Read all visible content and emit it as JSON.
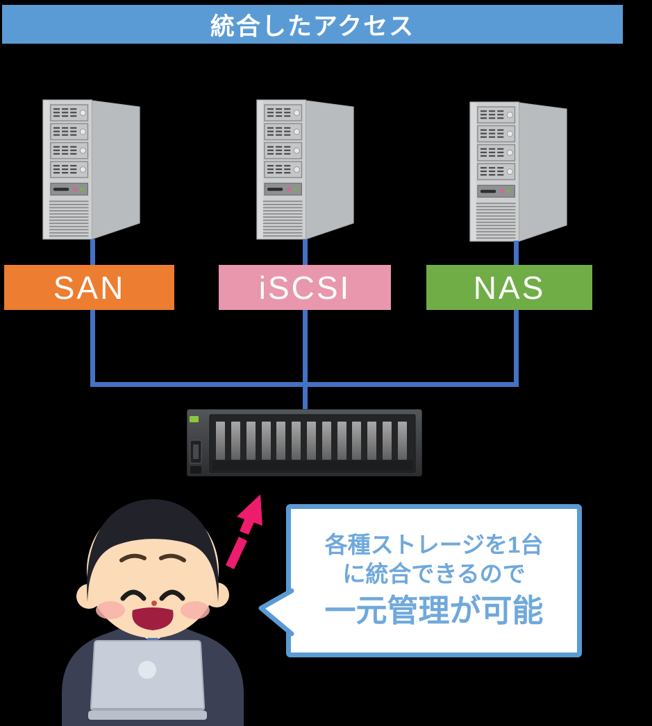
{
  "colors": {
    "background": "#000000",
    "banner_blue": "#5b9bd5",
    "connector_blue": "#4472c4",
    "arrow_pink": "#ee1c6d",
    "bubble_border_blue": "#5b9bd5",
    "bubble_text_blue": "#6fa8dc"
  },
  "banner": {
    "title": "統合したアクセス"
  },
  "access_labels": [
    {
      "label": "SAN",
      "color": "#ed7d31"
    },
    {
      "label": "iSCSI",
      "color": "#e897ad"
    },
    {
      "label": "NAS",
      "color": "#70ad47"
    }
  ],
  "callout": {
    "line1": "各種ストレージを1台",
    "line2": "に統合できるので",
    "line3": "一元管理が可能"
  },
  "icons": {
    "server": "tower-server-icon",
    "storage": "storage-array-icon",
    "person": "person-with-laptop-icon",
    "arrow": "up-arrow-icon"
  }
}
